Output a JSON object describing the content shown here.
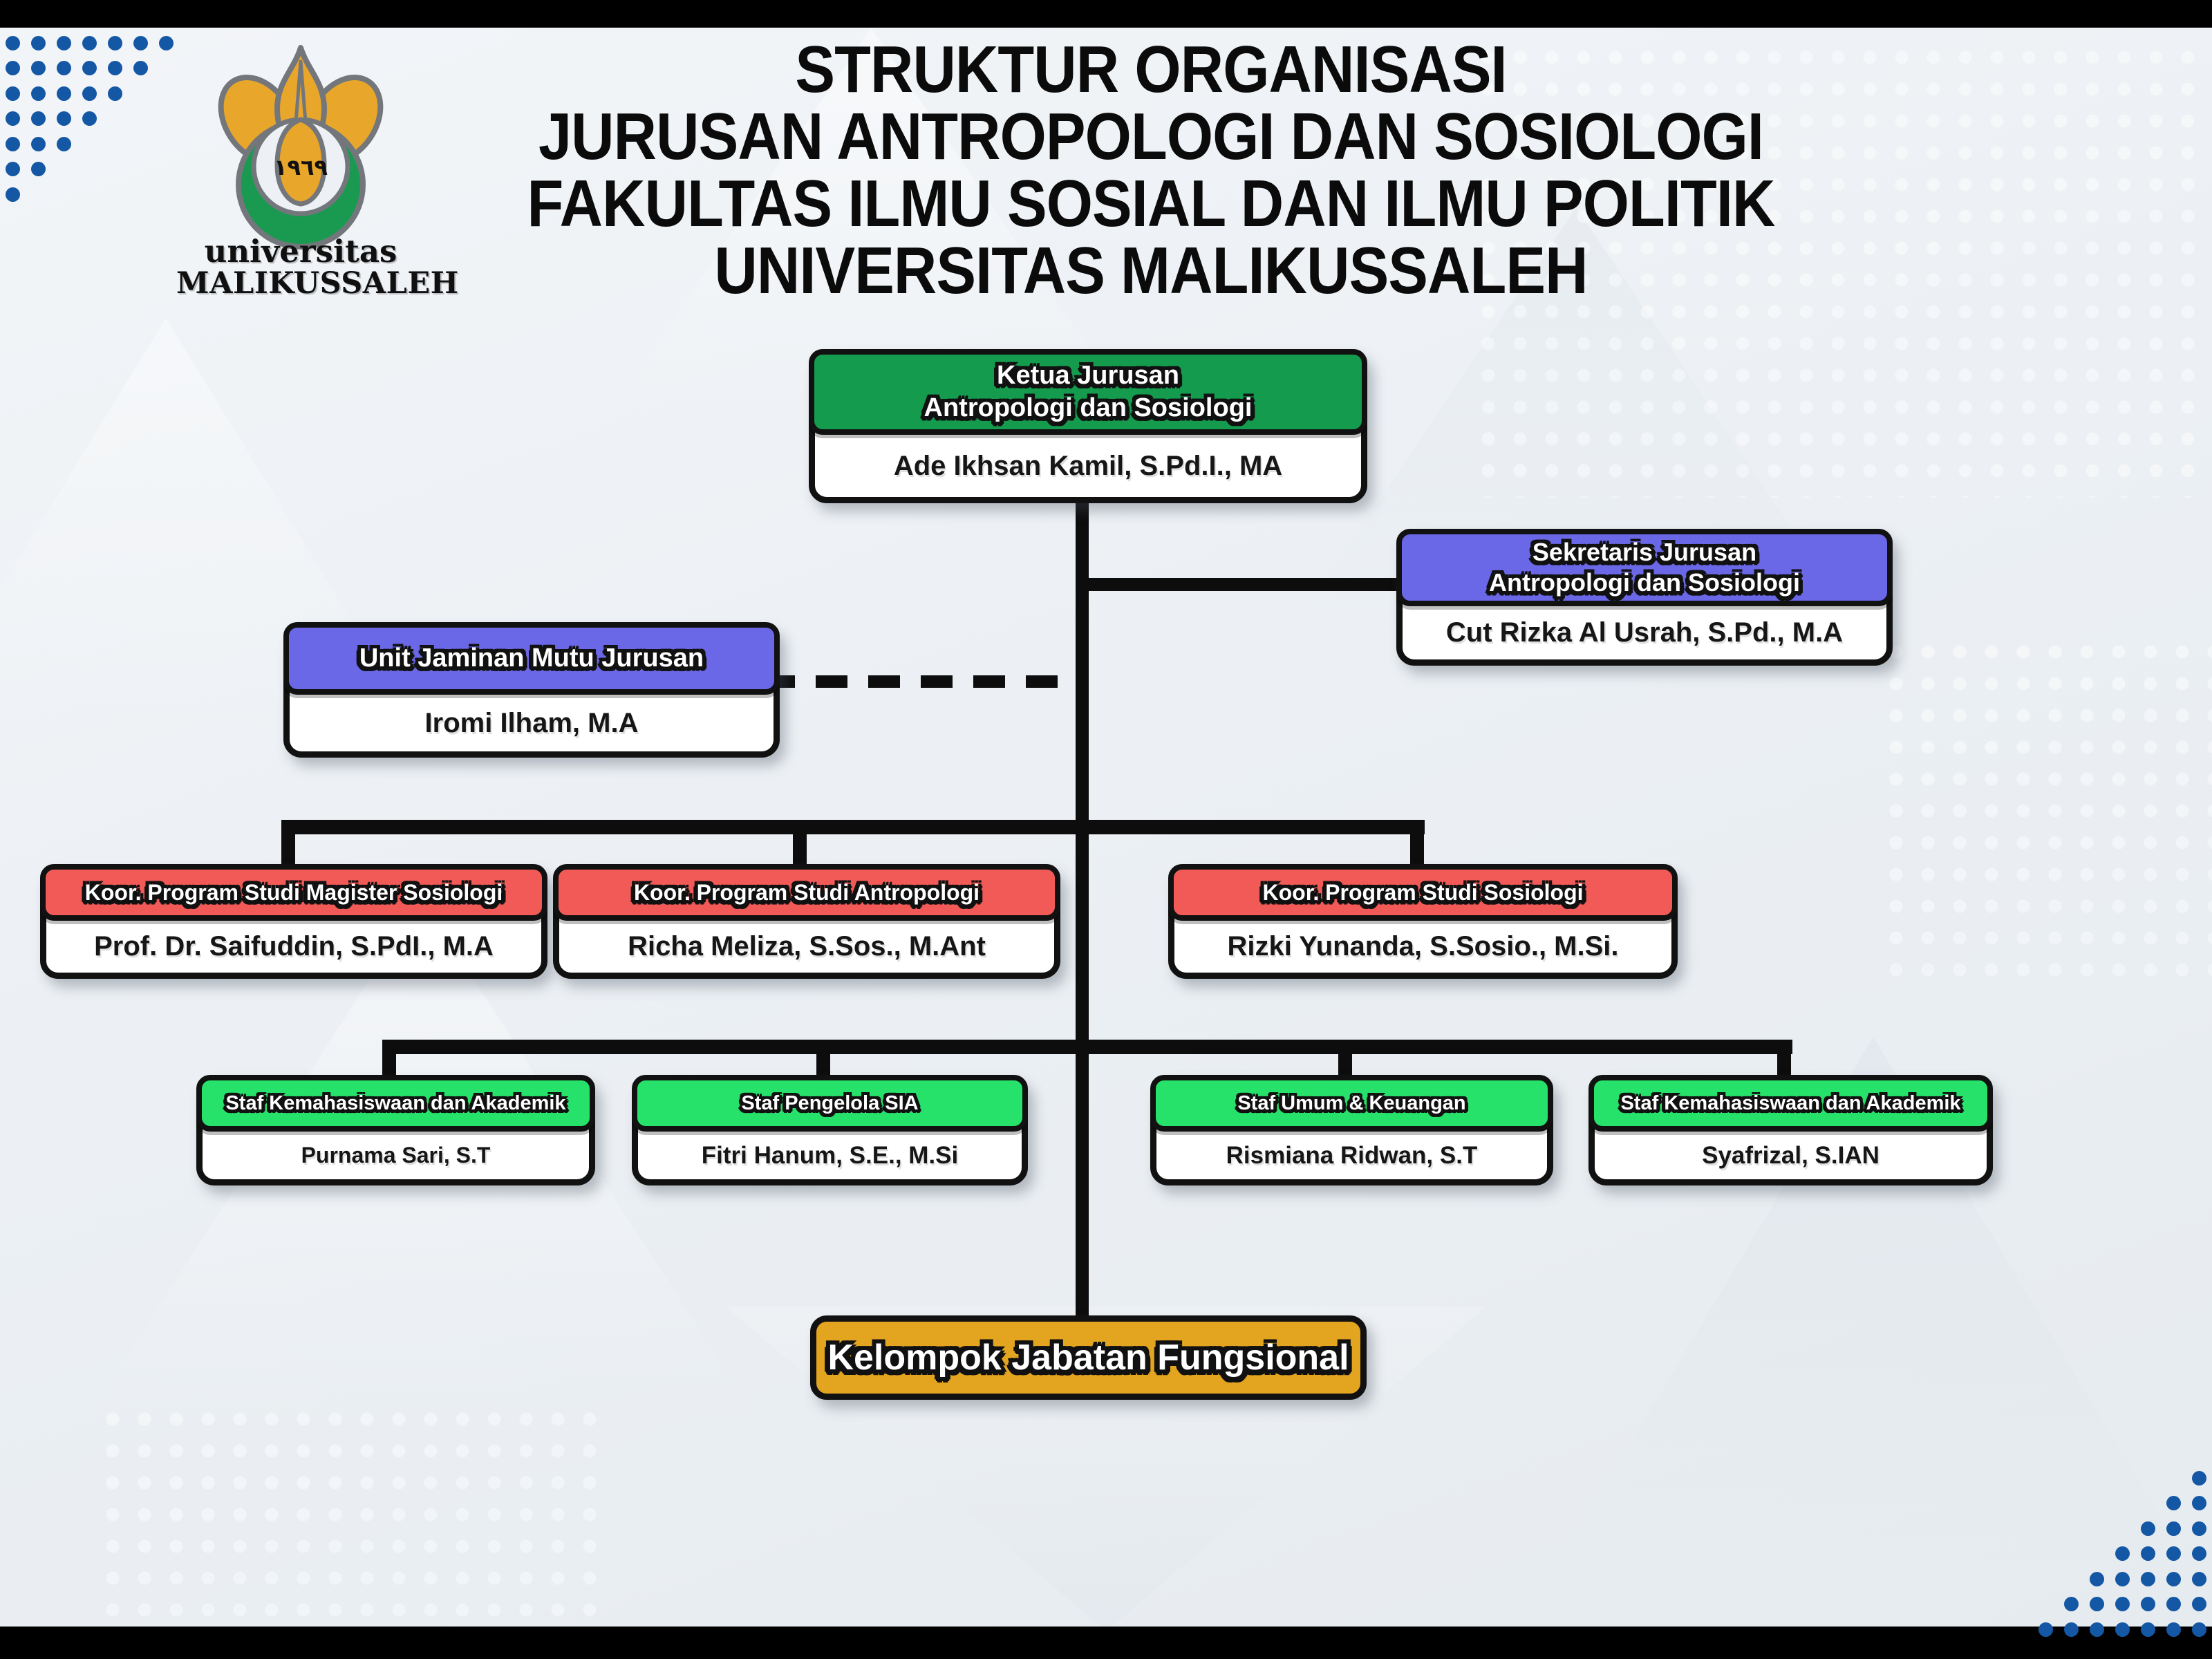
{
  "title": {
    "lines": [
      "STRUKTUR ORGANISASI",
      "JURUSAN ANTROPOLOGI DAN SOSIOLOGI",
      "FAKULTAS ILMU SOSIAL DAN ILMU POLITIK",
      "UNIVERSITAS MALIKUSSALEH"
    ]
  },
  "logo": {
    "wordmark_line1": "universitas",
    "wordmark_line2": "MALIKUSSALEH",
    "emblem_year": "١٩٦٩"
  },
  "chart": {
    "ketua": {
      "role_line1": "Ketua Jurusan",
      "role_line2": "Antropologi dan Sosiologi",
      "name": "Ade Ikhsan Kamil, S.Pd.I., MA",
      "header_color": "#149B4E"
    },
    "sekretaris": {
      "role_line1": "Sekretaris Jurusan",
      "role_line2": "Antropologi dan Sosiologi",
      "name": "Cut Rizka Al Usrah, S.Pd., M.A",
      "header_color": "#6B68E8"
    },
    "unit_jaminan_mutu": {
      "role": "Unit Jaminan Mutu Jurusan",
      "name": "Iromi Ilham, M.A",
      "header_color": "#6B68E8"
    },
    "koordinator": [
      {
        "role": "Koor. Program Studi Magister Sosiologi",
        "name": "Prof. Dr. Saifuddin, S.PdI., M.A",
        "header_color": "#F15A57"
      },
      {
        "role": "Koor. Program Studi Antropologi",
        "name": "Richa Meliza, S.Sos., M.Ant",
        "header_color": "#F15A57"
      },
      {
        "role": "Koor. Program Studi Sosiologi",
        "name": "Rizki Yunanda, S.Sosio., M.Si.",
        "header_color": "#F15A57"
      }
    ],
    "staf": [
      {
        "role": "Staf Kemahasiswaan dan Akademik",
        "name": "Purnama Sari, S.T",
        "header_color": "#27E26A"
      },
      {
        "role": "Staf Pengelola SIA",
        "name": "Fitri Hanum, S.E., M.Si",
        "header_color": "#27E26A"
      },
      {
        "role": "Staf Umum & Keuangan",
        "name": "Rismiana Ridwan, S.T",
        "header_color": "#27E26A"
      },
      {
        "role": "Staf Kemahasiswaan dan Akademik",
        "name": "Syafrizal, S.IAN",
        "header_color": "#27E26A"
      }
    ],
    "kelompok_fungsional": {
      "label": "Kelompok Jabatan Fungsional",
      "color": "#E3A41F"
    }
  },
  "decor": {
    "corner_dot_color": "#1457A4",
    "connector_color": "#0d0d0d",
    "background_color": "#ECF0F4",
    "letterbox_color": "#000000"
  }
}
